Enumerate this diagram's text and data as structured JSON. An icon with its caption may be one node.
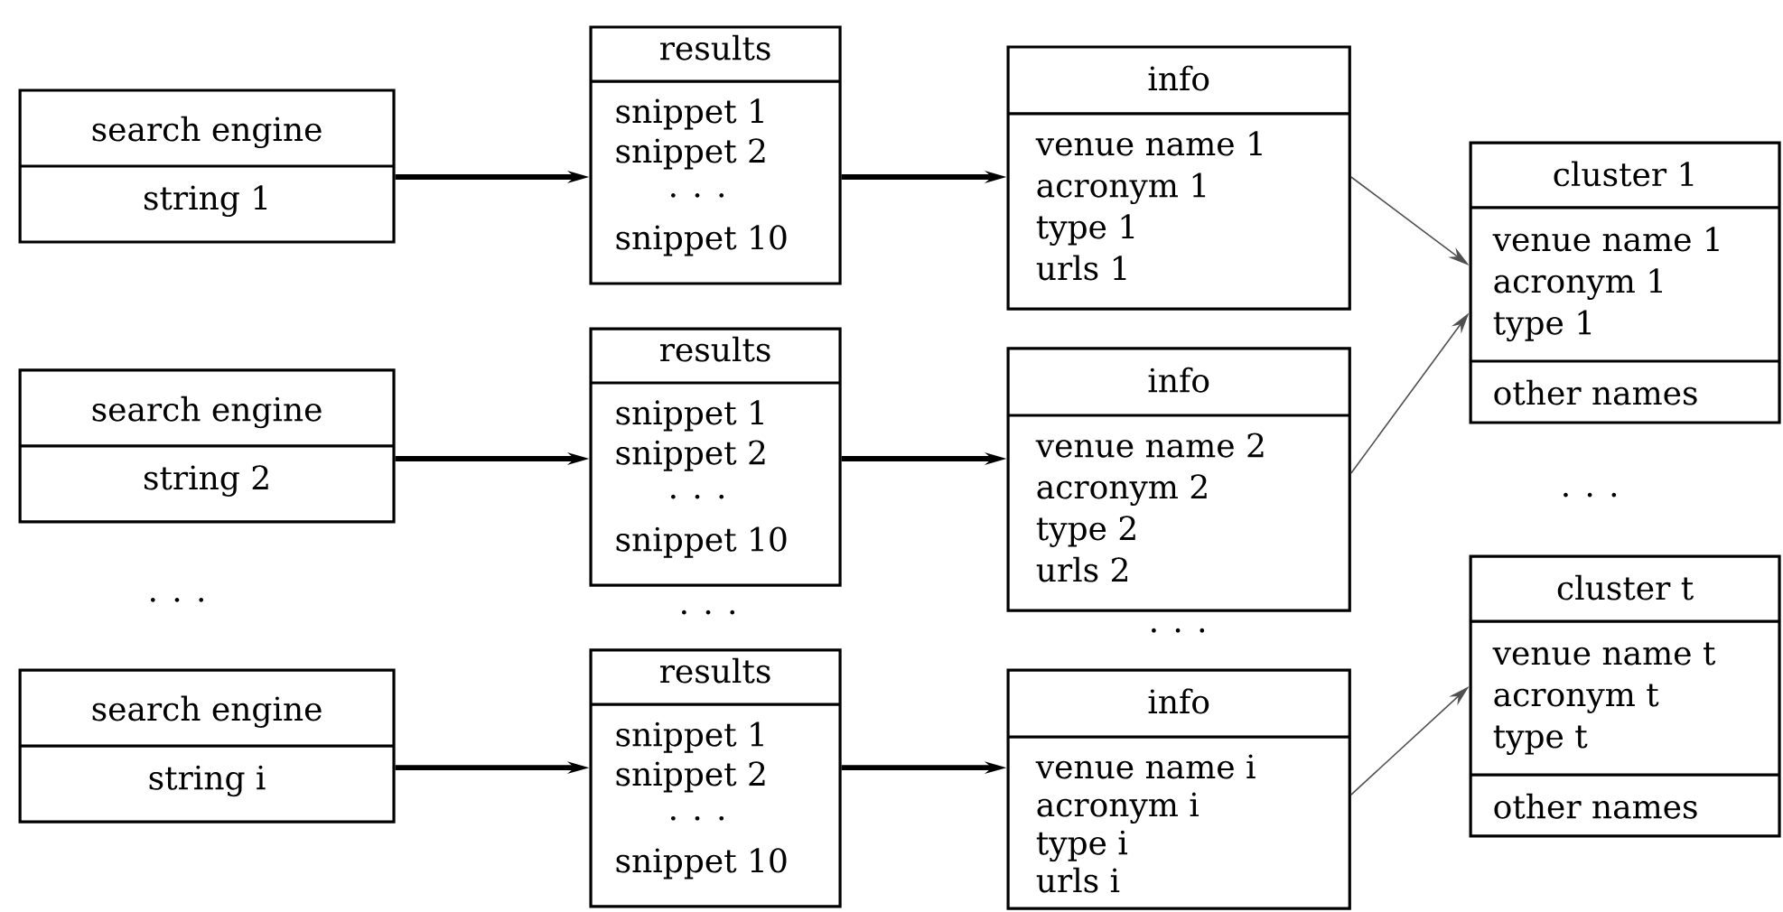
{
  "diagram": {
    "nodes": [
      {
        "text": [
          "search engine",
          "string 1"
        ]
      },
      {
        "text": [
          "results",
          "snippet 1",
          "snippet 2",
          ". . .",
          "snippet 10"
        ]
      },
      {
        "text": [
          "info",
          "venue name 1",
          "acronym 1",
          "type 1",
          "urls 1"
        ]
      },
      {
        "text": [
          "cluster 1",
          "venue name 1",
          "acronym 1",
          "type 1",
          "other names"
        ]
      },
      {
        "text": [
          "search engine",
          "string 2"
        ]
      },
      {
        "text": [
          "results",
          "snippet 1",
          "snippet 2",
          ". . .",
          "snippet 10"
        ]
      },
      {
        "text": [
          "info",
          "venue name 2",
          "acronym 2",
          "type 2",
          "urls 2"
        ]
      },
      {
        "text": [
          "cluster t",
          "venue name t",
          "acronym t",
          "type t",
          "other names"
        ]
      },
      {
        "text": [
          "search engine",
          "string i"
        ]
      },
      {
        "text": [
          "results",
          "snippet 1",
          "snippet 2",
          ". . .",
          "snippet 10"
        ]
      },
      {
        "text": [
          "info",
          "venue name i",
          "acronym i",
          "type i",
          "urls i"
        ]
      }
    ],
    "edges": [
      {
        "from": 0,
        "to": 1,
        "arrow": "to"
      },
      {
        "from": 1,
        "to": 2,
        "arrow": "to"
      },
      {
        "from": 2,
        "to": 3,
        "arrow": "to",
        "color": "#505050"
      },
      {
        "from": 4,
        "to": 5,
        "arrow": "to"
      },
      {
        "from": 5,
        "to": 6,
        "arrow": "to"
      },
      {
        "from": 6,
        "to": 3,
        "arrow": "to",
        "color": "#505050"
      },
      {
        "from": 8,
        "to": 9,
        "arrow": "to"
      },
      {
        "from": 9,
        "to": 10,
        "arrow": "to"
      },
      {
        "from": 10,
        "to": 7,
        "arrow": "to",
        "color": "#505050"
      }
    ],
    "labels": [
      ". . .",
      ". . .",
      ". . .",
      ". . ."
    ]
  }
}
